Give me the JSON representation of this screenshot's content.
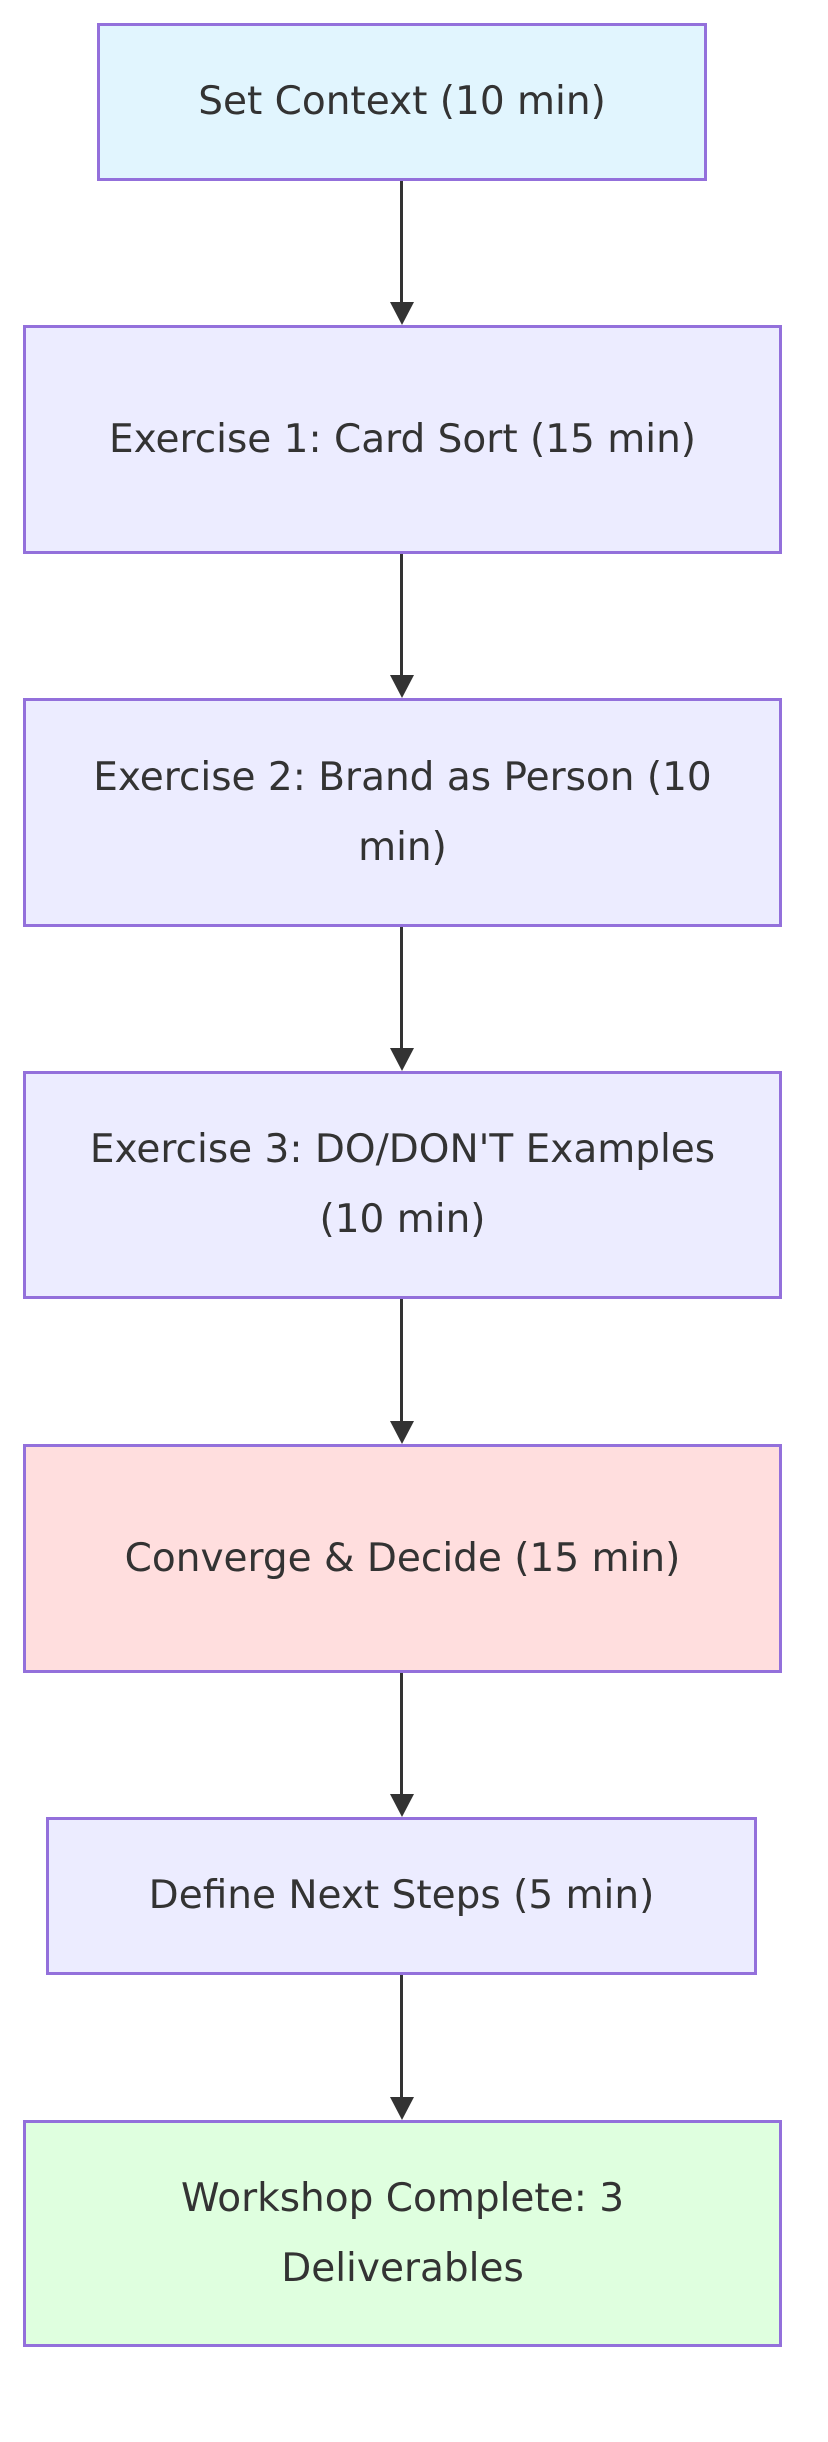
{
  "diagram": {
    "type": "flowchart",
    "direction": "top-to-bottom",
    "colors": {
      "border": "#9370DB",
      "edge": "#333333",
      "text": "#333333",
      "default_fill": "#ECECFF",
      "start_fill": "#E1F5FE",
      "decision_fill": "#FFDEDE",
      "end_fill": "#DFFFDF"
    },
    "nodes": [
      {
        "id": "set-context",
        "label": "Set Context (10 min)",
        "fill": "#E1F5FE"
      },
      {
        "id": "exercise-1",
        "label": "Exercise 1: Card Sort (15 min)",
        "fill": "#ECECFF"
      },
      {
        "id": "exercise-2",
        "label": "Exercise 2: Brand as Person (10 min)",
        "fill": "#ECECFF"
      },
      {
        "id": "exercise-3",
        "label": "Exercise 3: DO/DON'T Examples (10 min)",
        "fill": "#ECECFF"
      },
      {
        "id": "converge",
        "label": "Converge & Decide (15 min)",
        "fill": "#FFDEDE"
      },
      {
        "id": "next-steps",
        "label": "Define Next Steps (5 min)",
        "fill": "#ECECFF"
      },
      {
        "id": "complete",
        "label": "Workshop Complete: 3 Deliverables",
        "fill": "#DFFFDF"
      }
    ],
    "edges": [
      {
        "from": "set-context",
        "to": "exercise-1"
      },
      {
        "from": "exercise-1",
        "to": "exercise-2"
      },
      {
        "from": "exercise-2",
        "to": "exercise-3"
      },
      {
        "from": "exercise-3",
        "to": "converge"
      },
      {
        "from": "converge",
        "to": "next-steps"
      },
      {
        "from": "next-steps",
        "to": "complete"
      }
    ]
  }
}
